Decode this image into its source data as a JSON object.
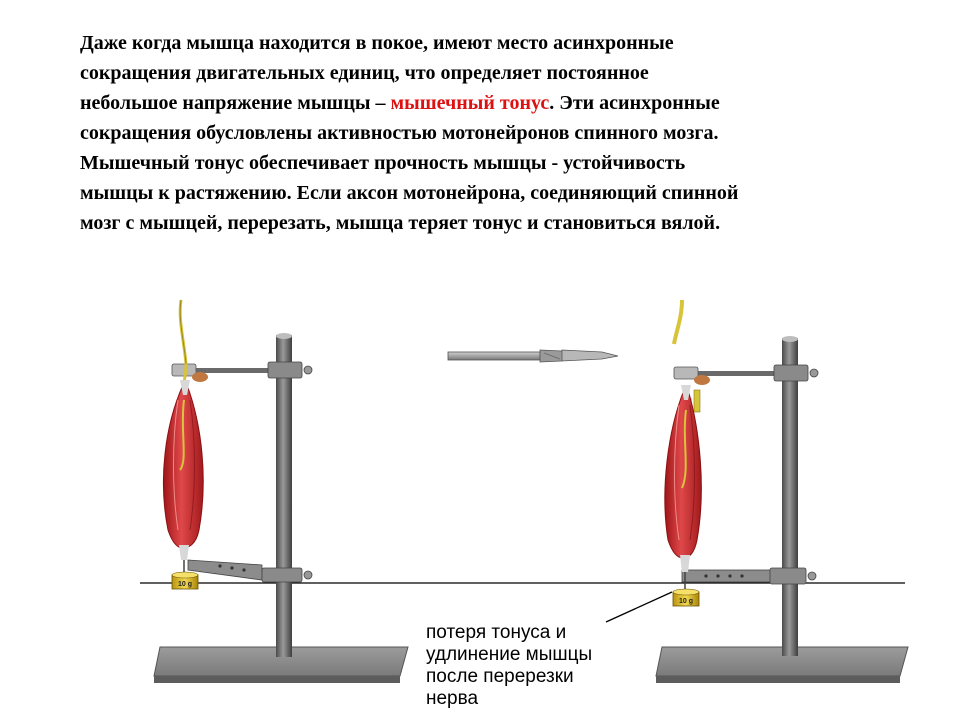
{
  "paragraph": {
    "line1": "Даже когда мышца находится в покое,  имеют место асинхронные",
    "line2": "сокращения двигательных единиц, что определяет постоянное",
    "line3_before": "небольшое напряжение мышцы – ",
    "line3_accent": "мышечный тонус",
    "line3_after": ". Эти асинхронные",
    "line4": "сокращения обусловлены  активностью мотонейронов спинного мозга.",
    "line5": "Мышечный тонус обеспечивает прочность мышцы - устойчивость",
    "line6": "мышцы к растяжению.  Если аксон мотонейрона, соединяющий спинной",
    "line7": "мозг с мышцей,  перерезать, мышца  теряет тонус и становиться вялой."
  },
  "colors": {
    "accent": "#dd1111",
    "muscle": "#c8282a",
    "nerve": "#d8c43a",
    "metal": "#7b7b7b",
    "weight": "#e0c020"
  },
  "weights": {
    "left_label": "10 g",
    "right_label": "10 g"
  },
  "caption": {
    "line1": "потеря тонуса и",
    "line2": "удлинение мышцы",
    "line3": "после перерезки",
    "line4": "нерва"
  }
}
